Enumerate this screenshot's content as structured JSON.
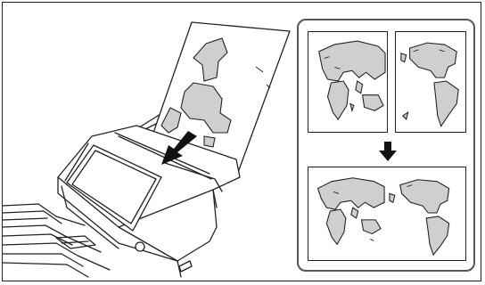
{
  "illustration": {
    "description_icons": [
      "document-scanner-icon",
      "world-map-icon",
      "down-arrow-icon"
    ],
    "panel": {
      "top_left_map": "left-half-world-map",
      "top_right_map": "right-half-world-map",
      "result_map": "combined-world-map"
    }
  }
}
